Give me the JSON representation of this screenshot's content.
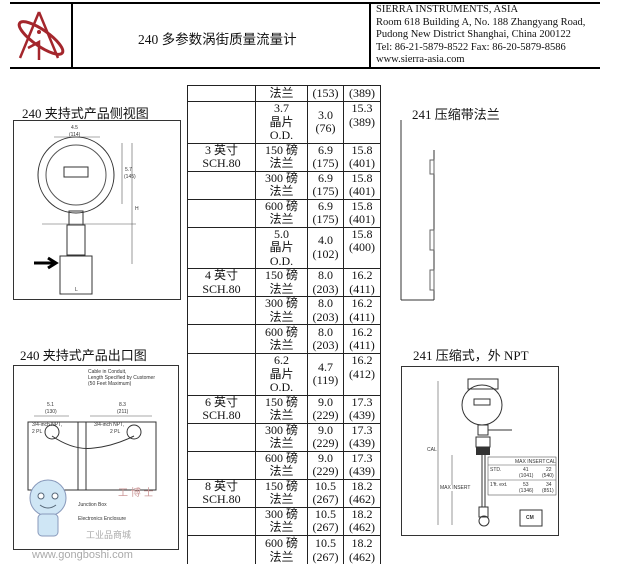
{
  "header": {
    "title": "240 多参数涡街质量流量计",
    "company": "SIERRA INSTRUMENTS, ASIA",
    "address1": "Room 618 Building A, No. 188 Zhangyang Road,",
    "address2": "Pudong New District Shanghai, China 200122",
    "phone_fax": "Tel: 86-21-5879-8522    Fax: 86-20-5879-8586",
    "website": "www.sierra-asia.com"
  },
  "sections": {
    "side_view": "240 夹持式产品侧视图",
    "outlet_view": "240 夹持式产品出口图",
    "flange": "241 压缩带法兰",
    "npt": "241 压缩式，外 NPT"
  },
  "drawing_labels": {
    "side": {
      "width": "4.5",
      "width_mm": "(114)",
      "height": "5.7",
      "height_mm": "(145)",
      "h": "H",
      "l": "L"
    },
    "outlet": {
      "cable": "Cable in Conduit,",
      "cable2": "Length Specified by Customer",
      "cable3": "(50 Feet Maximum)",
      "d1": "5.1",
      "d1mm": "(130)",
      "d2": "8.3",
      "d2mm": "(211)",
      "npt": "3/4-inch NPT,",
      "pl": "2 PL",
      "junction": "Junction Box",
      "enclosure": "Electronics Enclosure"
    },
    "npt": {
      "cal": "CAL",
      "max_insert": "MAX INSERT",
      "tbl_h1": "MAX INSERT",
      "tbl_h2": "CAL",
      "r1": "STD.",
      "r1a": "41",
      "r1b": "22",
      "r1c": "(1041)",
      "r1d": "(540)",
      "r2": "1'ft. ext.",
      "r2a": "53",
      "r2b": "34",
      "r2c": "(1346)",
      "r2d": "(851)",
      "badge": "CM"
    }
  },
  "watermark": {
    "url": "www.gongboshi.com",
    "cn": "工业品商城",
    "brand": "工 博 士"
  },
  "table": {
    "rows": [
      {
        "size": "",
        "type": [
          "法兰"
        ],
        "a": [
          "(153)"
        ],
        "b": [
          "(389)"
        ]
      },
      {
        "size": "",
        "type": [
          "3.7",
          "晶片",
          "O.D."
        ],
        "a": [
          "3.0",
          "(76)"
        ],
        "b": [
          "15.3",
          "(389)"
        ]
      },
      {
        "size": "3 英寸\nSCH.80",
        "type": [
          "150 磅",
          "法兰"
        ],
        "a": [
          "6.9",
          "(175)"
        ],
        "b": [
          "15.8",
          "(401)"
        ]
      },
      {
        "size": "",
        "type": [
          "300 磅",
          "法兰"
        ],
        "a": [
          "6.9",
          "(175)"
        ],
        "b": [
          "15.8",
          "(401)"
        ]
      },
      {
        "size": "",
        "type": [
          "600 磅",
          "法兰"
        ],
        "a": [
          "6.9",
          "(175)"
        ],
        "b": [
          "15.8",
          "(401)"
        ]
      },
      {
        "size": "",
        "type": [
          "5.0",
          "晶片",
          "O.D."
        ],
        "a": [
          "4.0",
          "(102)"
        ],
        "b": [
          "15.8",
          "(400)"
        ]
      },
      {
        "size": "4 英寸\nSCH.80",
        "type": [
          "150 磅",
          "法兰"
        ],
        "a": [
          "8.0",
          "(203)"
        ],
        "b": [
          "16.2",
          "(411)"
        ]
      },
      {
        "size": "",
        "type": [
          "300 磅",
          "法兰"
        ],
        "a": [
          "8.0",
          "(203)"
        ],
        "b": [
          "16.2",
          "(411)"
        ]
      },
      {
        "size": "",
        "type": [
          "600 磅",
          "法兰"
        ],
        "a": [
          "8.0",
          "(203)"
        ],
        "b": [
          "16.2",
          "(411)"
        ]
      },
      {
        "size": "",
        "type": [
          "6.2",
          "晶片",
          "O.D."
        ],
        "a": [
          "4.7",
          "(119)"
        ],
        "b": [
          "16.2",
          "(412)"
        ]
      },
      {
        "size": "6 英寸\nSCH.80",
        "type": [
          "150 磅",
          "法兰"
        ],
        "a": [
          "9.0",
          "(229)"
        ],
        "b": [
          "17.3",
          "(439)"
        ]
      },
      {
        "size": "",
        "type": [
          "300 磅",
          "法兰"
        ],
        "a": [
          "9.0",
          "(229)"
        ],
        "b": [
          "17.3",
          "(439)"
        ]
      },
      {
        "size": "",
        "type": [
          "600 磅",
          "法兰"
        ],
        "a": [
          "9.0",
          "(229)"
        ],
        "b": [
          "17.3",
          "(439)"
        ]
      },
      {
        "size": "8 英寸\nSCH.80",
        "type": [
          "150 磅",
          "法兰"
        ],
        "a": [
          "10.5",
          "(267)"
        ],
        "b": [
          "18.2",
          "(462)"
        ]
      },
      {
        "size": "",
        "type": [
          "300 磅",
          "法兰"
        ],
        "a": [
          "10.5",
          "(267)"
        ],
        "b": [
          "18.2",
          "(462)"
        ]
      },
      {
        "size": "",
        "type": [
          "600 磅",
          "法兰"
        ],
        "a": [
          "10.5",
          "(267)"
        ],
        "b": [
          "18.2",
          "(462)"
        ]
      }
    ]
  },
  "colors": {
    "logo": "#a4262c"
  }
}
